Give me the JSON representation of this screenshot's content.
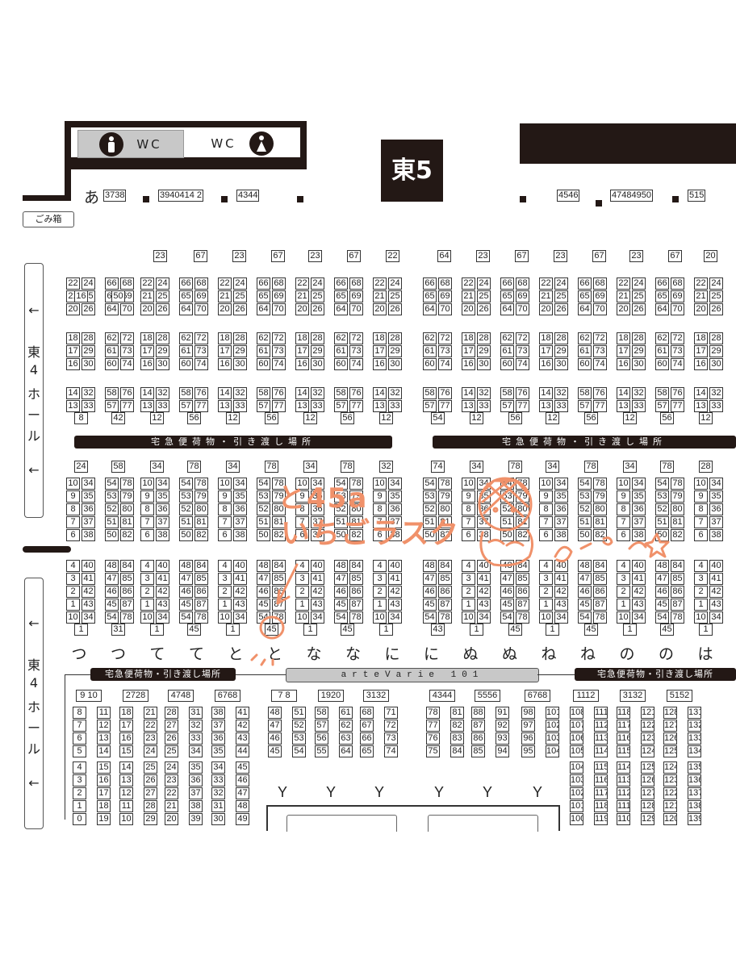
{
  "hall": {
    "name": "東5"
  },
  "restroom": {
    "left_label": "WC",
    "right_label": "WC"
  },
  "trash_label": "ごみ箱",
  "side_labels": {
    "chars": [
      "東",
      "4",
      "ホ",
      "ー",
      "ル"
    ],
    "arrow": "←"
  },
  "top_row": {
    "label": "あ",
    "groups": [
      "3738",
      "3940414 2",
      "4344",
      "4546",
      "47484950",
      "515"
    ]
  },
  "delivery_label": "宅急便荷物・引き渡し場所",
  "circle_label": "arteVarie 101",
  "row_labels": [
    "つ",
    "つ",
    "て",
    "て",
    "と",
    "と",
    "な",
    "な",
    "に",
    "に",
    "ぬ",
    "ぬ",
    "ね",
    "ね",
    "の",
    "の",
    "は"
  ],
  "island_mid_tops": [
    "23",
    "67",
    "23",
    "67",
    "23",
    "67",
    "22",
    "64",
    "23",
    "67",
    "23",
    "67",
    "23",
    "67",
    "20"
  ],
  "island_mid_bottoms": [
    "8",
    "42",
    "12",
    "56",
    "12",
    "56",
    "12",
    "56",
    "12",
    "54",
    "12",
    "56",
    "12",
    "56",
    "12",
    "56",
    "12"
  ],
  "island_low_tops": [
    "24",
    "58",
    "34",
    "78",
    "34",
    "78",
    "34",
    "78",
    "32",
    "74",
    "34",
    "78",
    "34",
    "78",
    "34",
    "78",
    "28"
  ],
  "island_low_bottoms": [
    "1",
    "31",
    "1",
    "45",
    "1",
    "45",
    "1",
    "45",
    "1",
    "43",
    "1",
    "45",
    "1",
    "45",
    "1",
    "45",
    "1"
  ],
  "island_mid_single_tops": [
    "16",
    "50"
  ],
  "bottom_tops": [
    "9 10",
    "2728",
    "4748",
    "6768",
    "7 8",
    "1920",
    "3132",
    "4344",
    "5556",
    "6768",
    "1112",
    "3132",
    "5152"
  ],
  "bottom_y": [
    "Y",
    "Y",
    "Y",
    "Y",
    "Y",
    "Y"
  ],
  "memo": {
    "line1": "と45a",
    "line2": "いちごラスク",
    "highlight_number": "45",
    "color": "#f0916a"
  },
  "colors": {
    "wall": "#231815",
    "memo": "#f0916a",
    "gray_banner": "#c8c8c8"
  }
}
